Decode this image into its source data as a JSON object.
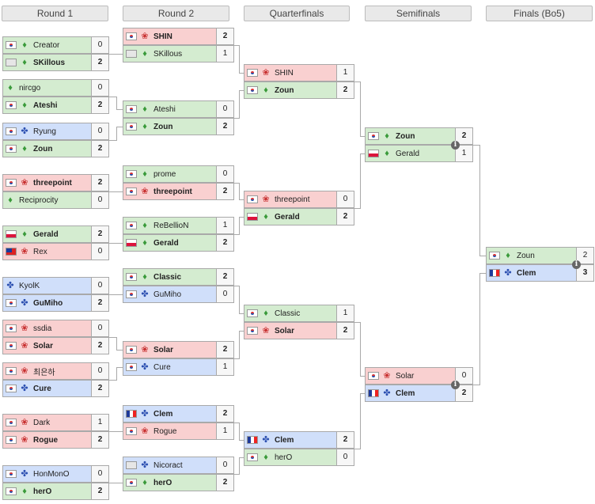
{
  "rounds": [
    "Round 1",
    "Round 2",
    "Quarterfinals",
    "Semifinals",
    "Finals (Bo5)"
  ],
  "icons": {
    "zerg": "zerg-icon",
    "terran": "terran-icon",
    "protoss": "protoss-icon",
    "info": "info-icon"
  },
  "colors": {
    "zerg": "#f9d0d0",
    "terran": "#d4ecd0",
    "protoss": "#d0dffa"
  },
  "matches": {
    "r1": [
      {
        "a": {
          "name": "Creator",
          "score": "0",
          "flag": "kr",
          "race": "terran"
        },
        "b": {
          "name": "SKillous",
          "score": "2",
          "flag": "none",
          "race": "terran",
          "win": true
        }
      },
      {
        "a": {
          "name": "nircgo",
          "score": "0",
          "flag": "",
          "race": "terran"
        },
        "b": {
          "name": "Ateshi",
          "score": "2",
          "flag": "kr",
          "race": "terran",
          "win": true
        }
      },
      {
        "a": {
          "name": "Ryung",
          "score": "0",
          "flag": "kr",
          "race": "protoss"
        },
        "b": {
          "name": "Zoun",
          "score": "2",
          "flag": "kr",
          "race": "terran",
          "win": true
        }
      },
      {
        "a": {
          "name": "threepoint",
          "score": "2",
          "flag": "kr",
          "race": "zerg",
          "win": true
        },
        "b": {
          "name": "Reciprocity",
          "score": "0",
          "flag": "",
          "race": "terran"
        }
      },
      {
        "a": {
          "name": "Gerald",
          "score": "2",
          "flag": "pl",
          "race": "terran",
          "win": true
        },
        "b": {
          "name": "Rex",
          "score": "0",
          "flag": "tw",
          "race": "zerg"
        }
      },
      {
        "a": {
          "name": "KyolK",
          "score": "0",
          "flag": "",
          "race": "protoss"
        },
        "b": {
          "name": "GuMiho",
          "score": "2",
          "flag": "kr",
          "race": "protoss",
          "win": true
        }
      },
      {
        "a": {
          "name": "ssdia",
          "score": "0",
          "flag": "kr",
          "race": "zerg"
        },
        "b": {
          "name": "Solar",
          "score": "2",
          "flag": "kr",
          "race": "zerg",
          "win": true
        }
      },
      {
        "a": {
          "name": "최은하",
          "score": "0",
          "flag": "kr",
          "race": "zerg"
        },
        "b": {
          "name": "Cure",
          "score": "2",
          "flag": "kr",
          "race": "protoss",
          "win": true
        }
      },
      {
        "a": {
          "name": "Dark",
          "score": "1",
          "flag": "kr",
          "race": "zerg"
        },
        "b": {
          "name": "Rogue",
          "score": "2",
          "flag": "kr",
          "race": "zerg",
          "win": true
        }
      },
      {
        "a": {
          "name": "HonMonO",
          "score": "0",
          "flag": "kr",
          "race": "protoss"
        },
        "b": {
          "name": "herO",
          "score": "2",
          "flag": "kr",
          "race": "terran",
          "win": true
        }
      }
    ],
    "r2": [
      {
        "a": {
          "name": "SHIN",
          "score": "2",
          "flag": "kr",
          "race": "zerg",
          "win": true
        },
        "b": {
          "name": "SKillous",
          "score": "1",
          "flag": "none",
          "race": "terran"
        }
      },
      {
        "a": {
          "name": "Ateshi",
          "score": "0",
          "flag": "kr",
          "race": "terran"
        },
        "b": {
          "name": "Zoun",
          "score": "2",
          "flag": "kr",
          "race": "terran",
          "win": true
        }
      },
      {
        "a": {
          "name": "prome",
          "score": "0",
          "flag": "kr",
          "race": "terran"
        },
        "b": {
          "name": "threepoint",
          "score": "2",
          "flag": "kr",
          "race": "zerg",
          "win": true
        }
      },
      {
        "a": {
          "name": "ReBellioN",
          "score": "1",
          "flag": "kr",
          "race": "terran"
        },
        "b": {
          "name": "Gerald",
          "score": "2",
          "flag": "pl",
          "race": "terran",
          "win": true
        }
      },
      {
        "a": {
          "name": "Classic",
          "score": "2",
          "flag": "kr",
          "race": "terran",
          "win": true
        },
        "b": {
          "name": "GuMiho",
          "score": "0",
          "flag": "kr",
          "race": "protoss"
        }
      },
      {
        "a": {
          "name": "Solar",
          "score": "2",
          "flag": "kr",
          "race": "zerg",
          "win": true
        },
        "b": {
          "name": "Cure",
          "score": "1",
          "flag": "kr",
          "race": "protoss"
        }
      },
      {
        "a": {
          "name": "Clem",
          "score": "2",
          "flag": "fr",
          "race": "protoss",
          "win": true
        },
        "b": {
          "name": "Rogue",
          "score": "1",
          "flag": "kr",
          "race": "zerg"
        }
      },
      {
        "a": {
          "name": "Nicoract",
          "score": "0",
          "flag": "none",
          "race": "protoss"
        },
        "b": {
          "name": "herO",
          "score": "2",
          "flag": "kr",
          "race": "terran",
          "win": true
        }
      }
    ],
    "qf": [
      {
        "a": {
          "name": "SHIN",
          "score": "1",
          "flag": "kr",
          "race": "zerg"
        },
        "b": {
          "name": "Zoun",
          "score": "2",
          "flag": "kr",
          "race": "terran",
          "win": true
        }
      },
      {
        "a": {
          "name": "threepoint",
          "score": "0",
          "flag": "kr",
          "race": "zerg"
        },
        "b": {
          "name": "Gerald",
          "score": "2",
          "flag": "pl",
          "race": "terran",
          "win": true
        }
      },
      {
        "a": {
          "name": "Classic",
          "score": "1",
          "flag": "kr",
          "race": "terran"
        },
        "b": {
          "name": "Solar",
          "score": "2",
          "flag": "kr",
          "race": "zerg",
          "win": true
        }
      },
      {
        "a": {
          "name": "Clem",
          "score": "2",
          "flag": "fr",
          "race": "protoss",
          "win": true
        },
        "b": {
          "name": "herO",
          "score": "0",
          "flag": "kr",
          "race": "terran"
        }
      }
    ],
    "sf": [
      {
        "a": {
          "name": "Zoun",
          "score": "2",
          "flag": "kr",
          "race": "terran",
          "win": true
        },
        "b": {
          "name": "Gerald",
          "score": "1",
          "flag": "pl",
          "race": "terran"
        }
      },
      {
        "a": {
          "name": "Solar",
          "score": "0",
          "flag": "kr",
          "race": "zerg"
        },
        "b": {
          "name": "Clem",
          "score": "2",
          "flag": "fr",
          "race": "protoss",
          "win": true
        }
      }
    ],
    "f": [
      {
        "a": {
          "name": "Zoun",
          "score": "2",
          "flag": "kr",
          "race": "terran"
        },
        "b": {
          "name": "Clem",
          "score": "3",
          "flag": "fr",
          "race": "protoss",
          "win": true
        }
      }
    ]
  }
}
